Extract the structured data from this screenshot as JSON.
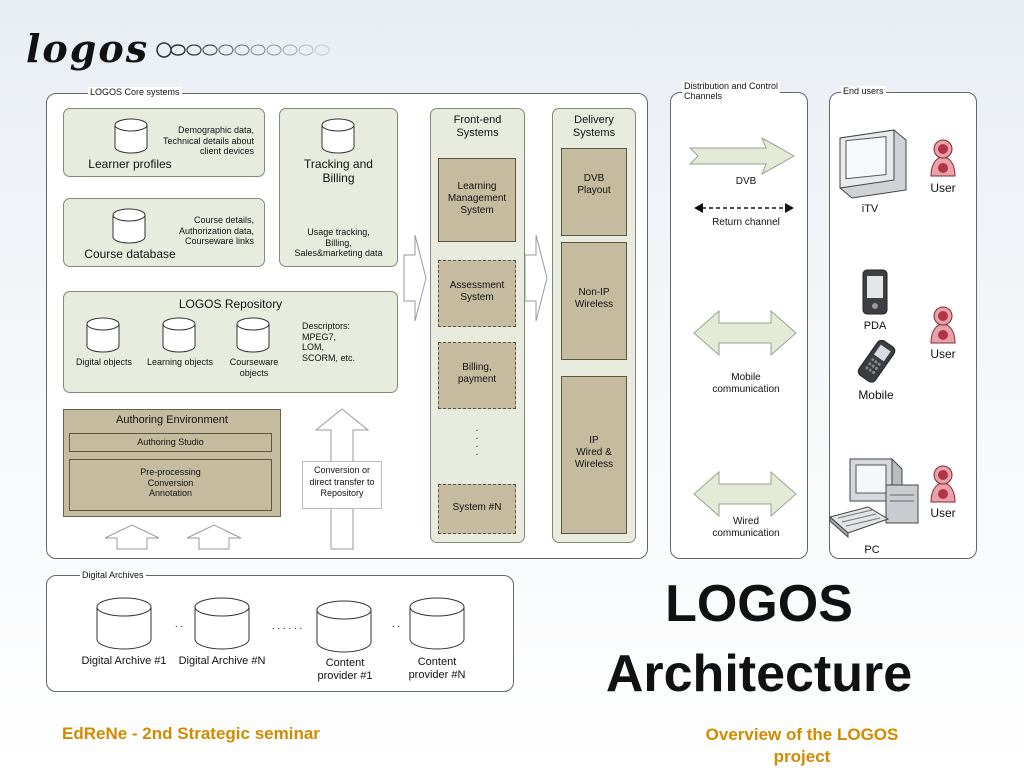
{
  "logo": {
    "text": "logos"
  },
  "core": {
    "legend": "LOGOS Core systems"
  },
  "learner": {
    "label": "Learner profiles",
    "note": "Demographic data,\nTechnical details about\nclient devices"
  },
  "course": {
    "label": "Course database",
    "note": "Course details,\nAuthorization data,\nCourseware links"
  },
  "tracking": {
    "label": "Tracking and\nBilling",
    "note": "Usage tracking,\nBilling,\nSales&marketing data"
  },
  "repository": {
    "label": "LOGOS Repository",
    "items": [
      "Digital objects",
      "Learning objects",
      "Courseware\nobjects"
    ],
    "descriptors": "Descriptors:\nMPEG7,\nLOM,\nSCORM, etc."
  },
  "authoring": {
    "label": "Authoring Environment",
    "studio": "Authoring Studio",
    "processing": "Pre-processing\nConversion\nAnnotation"
  },
  "conversion": {
    "label": "Conversion or\ndirect transfer to\nRepository"
  },
  "frontend": {
    "label": "Front-end\nSystems",
    "items": [
      "Learning\nManagement\nSystem",
      "Assessment\nSystem",
      "Billing,\npayment",
      "System #N"
    ]
  },
  "delivery": {
    "label": "Delivery\nSystems",
    "items": [
      "DVB\nPlayout",
      "Non-IP\nWireless",
      "IP\nWired &\nWireless"
    ]
  },
  "distribution": {
    "legend": "Distribution and Control\nChannels",
    "dvb": "DVB",
    "return": "Return channel",
    "mobile": "Mobile\ncommunication",
    "wired": "Wired\ncommunication"
  },
  "endusers": {
    "legend": "End users",
    "itv": "iTV",
    "pda": "PDA",
    "mobile": "Mobile",
    "pc": "PC",
    "user": "User"
  },
  "archives": {
    "legend": "Digital Archives",
    "items": [
      "Digital Archive #1",
      "Digital Archive #N",
      "Content\nprovider #1",
      "Content\nprovider #N"
    ],
    "dots": [
      ". .",
      ". . . . . .",
      ". ."
    ]
  },
  "title": {
    "line1": "LOGOS",
    "line2": "Architecture"
  },
  "footer": {
    "left": "EdReNe - 2nd Strategic seminar",
    "right": "Overview of the LOGOS\nproject"
  },
  "colors": {
    "sage": "#e8ecdf",
    "tan": "#c5bb9e",
    "orange": "#d28a00",
    "arrow": "#e3ead5"
  }
}
